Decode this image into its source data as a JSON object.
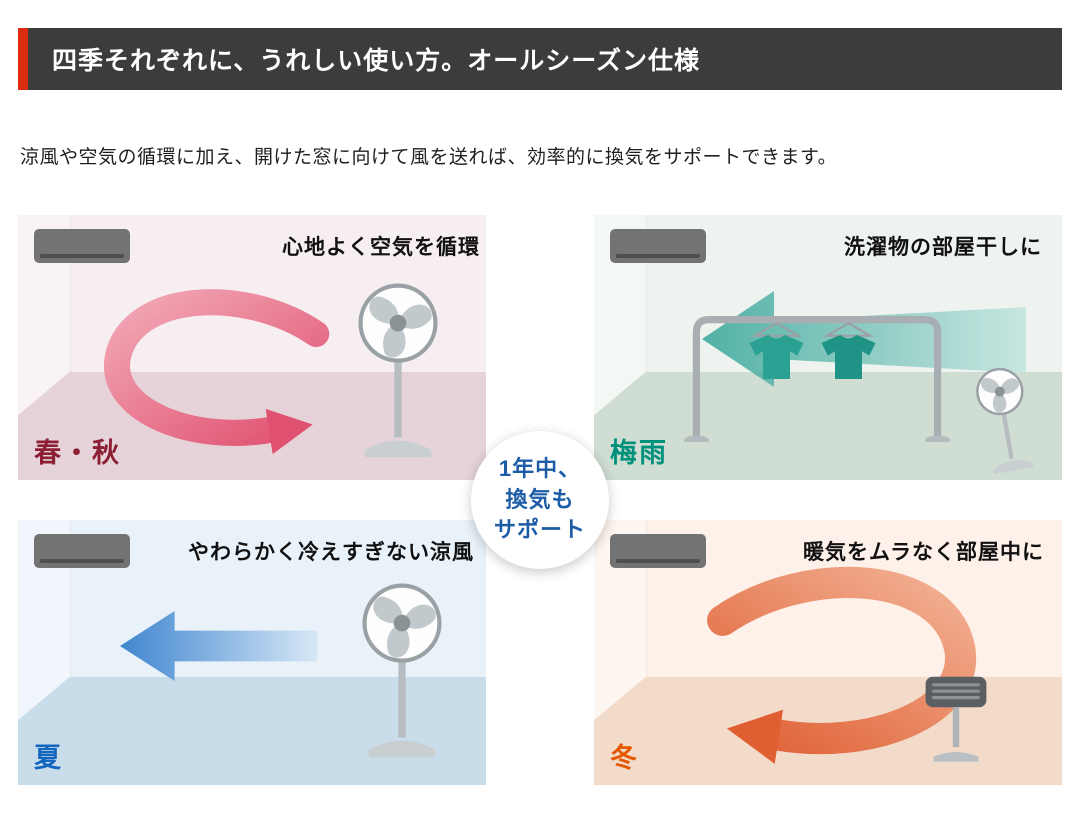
{
  "header": {
    "title": "四季それぞれに、うれしい使い方。オールシーズン仕様",
    "accent_color": "#dd2b10",
    "bar_color": "#3c3c3c"
  },
  "intro": "涼風や空気の循環に加え、開けた窓に向けて風を送れば、効率的に換気をサポートできます。",
  "center_badge": {
    "lines": [
      "1年中、",
      "換気も",
      "サポート"
    ],
    "text_color": "#1d5ca6",
    "bg_color": "#ffffff"
  },
  "panels": [
    {
      "season": "春・秋",
      "caption": "心地よく空気を循環",
      "season_color": "#8c1f33",
      "wall_color": "#f6eef1",
      "floor_color": "#e6d3da",
      "arrow_color": "#e05070",
      "icons": [
        "air-conditioner-icon",
        "circulation-arrow-icon",
        "stand-fan-icon"
      ]
    },
    {
      "season": "梅雨",
      "caption": "洗濯物の部屋干しに",
      "season_color": "#00917d",
      "wall_color": "#eef3ef",
      "floor_color": "#d0ddd3",
      "arrow_color": "#2aa093",
      "icons": [
        "air-conditioner-icon",
        "wind-arrow-icon",
        "laundry-rack-icon",
        "stand-fan-icon"
      ]
    },
    {
      "season": "夏",
      "caption": "やわらかく冷えすぎない涼風",
      "season_color": "#1465bd",
      "wall_color": "#e9f2f9",
      "floor_color": "#c9dcea",
      "arrow_color": "#3f86d0",
      "icons": [
        "air-conditioner-icon",
        "wind-arrow-icon",
        "stand-fan-icon"
      ]
    },
    {
      "season": "冬",
      "caption": "暖気をムラなく部屋中に",
      "season_color": "#e55a00",
      "wall_color": "#fdf1e9",
      "floor_color": "#f3dbc9",
      "arrow_color": "#df5f33",
      "icons": [
        "air-conditioner-icon",
        "circulation-arrow-icon",
        "heater-icon"
      ]
    }
  ]
}
